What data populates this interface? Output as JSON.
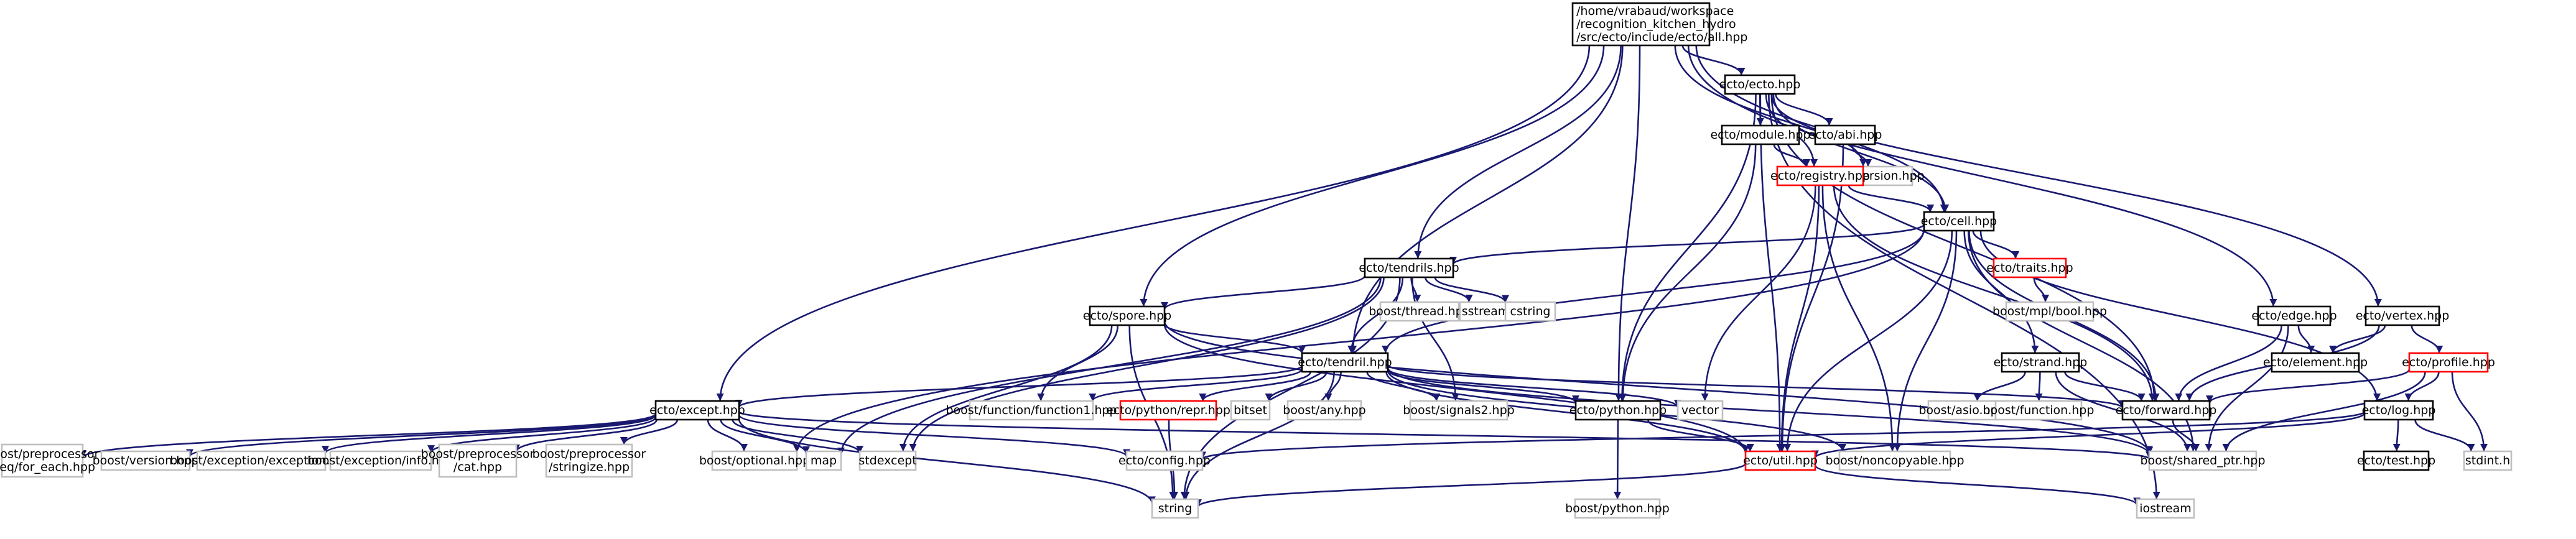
{
  "diagram": {
    "type": "include-dependency-graph",
    "colors": {
      "edge": "#191970",
      "border_documented": "#000000",
      "border_undocumented": "#ff0000",
      "border_external": "#bfbfbf",
      "fill_root": "#bfbfbf",
      "fill_default": "#ffffff"
    },
    "nodes": {
      "root": {
        "lines": [
          "/home/vrabaud/workspace",
          "/recognition_kitchen_hydro",
          "/src/ecto/include/ecto/all.hpp"
        ],
        "kind": "root"
      },
      "ecto_hpp": {
        "lines": [
          "ecto/ecto.hpp"
        ],
        "kind": "documented"
      },
      "module_hpp": {
        "lines": [
          "ecto/module.hpp"
        ],
        "kind": "documented"
      },
      "abi_hpp": {
        "lines": [
          "ecto/abi.hpp"
        ],
        "kind": "documented"
      },
      "version_hpp": {
        "lines": [
          "ecto/version.hpp"
        ],
        "kind": "external"
      },
      "registry_hpp": {
        "lines": [
          "ecto/registry.hpp"
        ],
        "kind": "undocumented"
      },
      "cell_hpp": {
        "lines": [
          "ecto/cell.hpp"
        ],
        "kind": "documented"
      },
      "tendrils_hpp": {
        "lines": [
          "ecto/tendrils.hpp"
        ],
        "kind": "documented"
      },
      "traits_hpp": {
        "lines": [
          "ecto/traits.hpp"
        ],
        "kind": "undocumented"
      },
      "mpl_bool": {
        "lines": [
          "boost/mpl/bool.hpp"
        ],
        "kind": "external"
      },
      "thread_hpp": {
        "lines": [
          "boost/thread.hpp"
        ],
        "kind": "external"
      },
      "sstream": {
        "lines": [
          "sstream"
        ],
        "kind": "external"
      },
      "cstring": {
        "lines": [
          "cstring"
        ],
        "kind": "external"
      },
      "spore_hpp": {
        "lines": [
          "ecto/spore.hpp"
        ],
        "kind": "documented"
      },
      "strand_hpp": {
        "lines": [
          "ecto/strand.hpp"
        ],
        "kind": "documented"
      },
      "edge_hpp": {
        "lines": [
          "ecto/edge.hpp"
        ],
        "kind": "documented"
      },
      "vertex_hpp": {
        "lines": [
          "ecto/vertex.hpp"
        ],
        "kind": "documented"
      },
      "element_hpp": {
        "lines": [
          "ecto/element.hpp"
        ],
        "kind": "documented"
      },
      "profile_hpp": {
        "lines": [
          "ecto/profile.hpp"
        ],
        "kind": "undocumented"
      },
      "tendril_hpp": {
        "lines": [
          "ecto/tendril.hpp"
        ],
        "kind": "documented"
      },
      "forward_hpp": {
        "lines": [
          "ecto/forward.hpp"
        ],
        "kind": "documented"
      },
      "log_hpp": {
        "lines": [
          "ecto/log.hpp"
        ],
        "kind": "documented"
      },
      "except_hpp": {
        "lines": [
          "ecto/except.hpp"
        ],
        "kind": "documented"
      },
      "function1": {
        "lines": [
          "boost/function/function1.hpp"
        ],
        "kind": "external"
      },
      "python_repr": {
        "lines": [
          "ecto/python/repr.hpp"
        ],
        "kind": "undocumented"
      },
      "bitset": {
        "lines": [
          "bitset"
        ],
        "kind": "external"
      },
      "boost_any": {
        "lines": [
          "boost/any.hpp"
        ],
        "kind": "external"
      },
      "signals2": {
        "lines": [
          "boost/signals2.hpp"
        ],
        "kind": "external"
      },
      "python_hpp": {
        "lines": [
          "ecto/python.hpp"
        ],
        "kind": "documented"
      },
      "vector": {
        "lines": [
          "vector"
        ],
        "kind": "external"
      },
      "boost_asio": {
        "lines": [
          "boost/asio.hpp"
        ],
        "kind": "external"
      },
      "boost_function": {
        "lines": [
          "boost/function.hpp"
        ],
        "kind": "external"
      },
      "seq_for_each": {
        "lines": [
          "boost/preprocessor",
          "/seq/for_each.hpp"
        ],
        "kind": "external"
      },
      "boost_version": {
        "lines": [
          "boost/version.hpp"
        ],
        "kind": "external"
      },
      "boost_exception": {
        "lines": [
          "boost/exception/exception.hpp"
        ],
        "kind": "external"
      },
      "boost_info": {
        "lines": [
          "boost/exception/info.hpp"
        ],
        "kind": "external"
      },
      "pp_cat": {
        "lines": [
          "boost/preprocessor",
          "/cat.hpp"
        ],
        "kind": "external"
      },
      "pp_stringize": {
        "lines": [
          "boost/preprocessor",
          "/stringize.hpp"
        ],
        "kind": "external"
      },
      "boost_optional": {
        "lines": [
          "boost/optional.hpp"
        ],
        "kind": "external"
      },
      "map": {
        "lines": [
          "map"
        ],
        "kind": "external"
      },
      "stdexcept": {
        "lines": [
          "stdexcept"
        ],
        "kind": "external"
      },
      "ecto_config": {
        "lines": [
          "ecto/config.hpp"
        ],
        "kind": "external"
      },
      "util_hpp": {
        "lines": [
          "ecto/util.hpp"
        ],
        "kind": "undocumented"
      },
      "noncopyable": {
        "lines": [
          "boost/noncopyable.hpp"
        ],
        "kind": "external"
      },
      "shared_ptr": {
        "lines": [
          "boost/shared_ptr.hpp"
        ],
        "kind": "external"
      },
      "boost_python": {
        "lines": [
          "boost/python.hpp"
        ],
        "kind": "external"
      },
      "string": {
        "lines": [
          "string"
        ],
        "kind": "external"
      },
      "iostream": {
        "lines": [
          "iostream"
        ],
        "kind": "external"
      },
      "test_hpp": {
        "lines": [
          "ecto/test.hpp"
        ],
        "kind": "documented"
      },
      "stdint": {
        "lines": [
          "stdint.h"
        ],
        "kind": "external"
      }
    },
    "edges": [
      [
        "root",
        "ecto_hpp"
      ],
      [
        "root",
        "except_hpp"
      ],
      [
        "root",
        "spore_hpp"
      ],
      [
        "root",
        "tendril_hpp"
      ],
      [
        "root",
        "tendrils_hpp"
      ],
      [
        "root",
        "python_hpp"
      ],
      [
        "root",
        "cell_hpp"
      ],
      [
        "root",
        "edge_hpp"
      ],
      [
        "root",
        "vertex_hpp"
      ],
      [
        "ecto_hpp",
        "module_hpp"
      ],
      [
        "ecto_hpp",
        "abi_hpp"
      ],
      [
        "ecto_hpp",
        "version_hpp"
      ],
      [
        "ecto_hpp",
        "registry_hpp"
      ],
      [
        "ecto_hpp",
        "cell_hpp"
      ],
      [
        "ecto_hpp",
        "python_hpp"
      ],
      [
        "ecto_hpp",
        "util_hpp"
      ],
      [
        "ecto_hpp",
        "forward_hpp"
      ],
      [
        "ecto_hpp",
        "iostream"
      ],
      [
        "module_hpp",
        "registry_hpp"
      ],
      [
        "module_hpp",
        "python_hpp"
      ],
      [
        "abi_hpp",
        "version_hpp"
      ],
      [
        "abi_hpp",
        "util_hpp"
      ],
      [
        "registry_hpp",
        "cell_hpp"
      ],
      [
        "registry_hpp",
        "vector"
      ],
      [
        "registry_hpp",
        "util_hpp"
      ],
      [
        "registry_hpp",
        "noncopyable"
      ],
      [
        "registry_hpp",
        "forward_hpp"
      ],
      [
        "cell_hpp",
        "tendrils_hpp"
      ],
      [
        "cell_hpp",
        "traits_hpp"
      ],
      [
        "cell_hpp",
        "strand_hpp"
      ],
      [
        "cell_hpp",
        "tendril_hpp"
      ],
      [
        "cell_hpp",
        "forward_hpp"
      ],
      [
        "cell_hpp",
        "util_hpp"
      ],
      [
        "cell_hpp",
        "noncopyable"
      ],
      [
        "cell_hpp",
        "shared_ptr"
      ],
      [
        "cell_hpp",
        "log_hpp"
      ],
      [
        "cell_hpp",
        "boost_optional"
      ],
      [
        "traits_hpp",
        "mpl_bool"
      ],
      [
        "tendrils_hpp",
        "thread_hpp"
      ],
      [
        "tendrils_hpp",
        "sstream"
      ],
      [
        "tendrils_hpp",
        "cstring"
      ],
      [
        "tendrils_hpp",
        "spore_hpp"
      ],
      [
        "tendrils_hpp",
        "tendril_hpp"
      ],
      [
        "tendrils_hpp",
        "map"
      ],
      [
        "tendrils_hpp",
        "signals2"
      ],
      [
        "tendrils_hpp",
        "string"
      ],
      [
        "tendrils_hpp",
        "stdexcept"
      ],
      [
        "spore_hpp",
        "tendril_hpp"
      ],
      [
        "spore_hpp",
        "function1"
      ],
      [
        "spore_hpp",
        "stdexcept"
      ],
      [
        "spore_hpp",
        "string"
      ],
      [
        "spore_hpp",
        "shared_ptr"
      ],
      [
        "spore_hpp",
        "util_hpp"
      ],
      [
        "tendril_hpp",
        "except_hpp"
      ],
      [
        "tendril_hpp",
        "function1"
      ],
      [
        "tendril_hpp",
        "python_repr"
      ],
      [
        "tendril_hpp",
        "bitset"
      ],
      [
        "tendril_hpp",
        "boost_any"
      ],
      [
        "tendril_hpp",
        "signals2"
      ],
      [
        "tendril_hpp",
        "python_hpp"
      ],
      [
        "tendril_hpp",
        "vector"
      ],
      [
        "tendril_hpp",
        "forward_hpp"
      ],
      [
        "tendril_hpp",
        "util_hpp"
      ],
      [
        "tendril_hpp",
        "string"
      ],
      [
        "tendril_hpp",
        "noncopyable"
      ],
      [
        "tendril_hpp",
        "shared_ptr"
      ],
      [
        "python_repr",
        "string"
      ],
      [
        "python_hpp",
        "boost_python"
      ],
      [
        "python_hpp",
        "util_hpp"
      ],
      [
        "strand_hpp",
        "boost_asio"
      ],
      [
        "strand_hpp",
        "boost_function"
      ],
      [
        "strand_hpp",
        "forward_hpp"
      ],
      [
        "strand_hpp",
        "shared_ptr"
      ],
      [
        "edge_hpp",
        "element_hpp"
      ],
      [
        "edge_hpp",
        "forward_hpp"
      ],
      [
        "edge_hpp",
        "shared_ptr"
      ],
      [
        "vertex_hpp",
        "element_hpp"
      ],
      [
        "vertex_hpp",
        "profile_hpp"
      ],
      [
        "vertex_hpp",
        "forward_hpp"
      ],
      [
        "profile_hpp",
        "log_hpp"
      ],
      [
        "profile_hpp",
        "stdint"
      ],
      [
        "profile_hpp",
        "shared_ptr"
      ],
      [
        "profile_hpp",
        "forward_hpp"
      ],
      [
        "log_hpp",
        "test_hpp"
      ],
      [
        "log_hpp",
        "stdint"
      ],
      [
        "log_hpp",
        "util_hpp"
      ],
      [
        "log_hpp",
        "ecto_config"
      ],
      [
        "forward_hpp",
        "shared_ptr"
      ],
      [
        "except_hpp",
        "seq_for_each"
      ],
      [
        "except_hpp",
        "boost_version"
      ],
      [
        "except_hpp",
        "boost_exception"
      ],
      [
        "except_hpp",
        "boost_info"
      ],
      [
        "except_hpp",
        "pp_cat"
      ],
      [
        "except_hpp",
        "pp_stringize"
      ],
      [
        "except_hpp",
        "boost_optional"
      ],
      [
        "except_hpp",
        "map"
      ],
      [
        "except_hpp",
        "stdexcept"
      ],
      [
        "except_hpp",
        "ecto_config"
      ],
      [
        "except_hpp",
        "string"
      ],
      [
        "except_hpp",
        "shared_ptr"
      ],
      [
        "util_hpp",
        "string"
      ],
      [
        "util_hpp",
        "iostream"
      ]
    ]
  }
}
